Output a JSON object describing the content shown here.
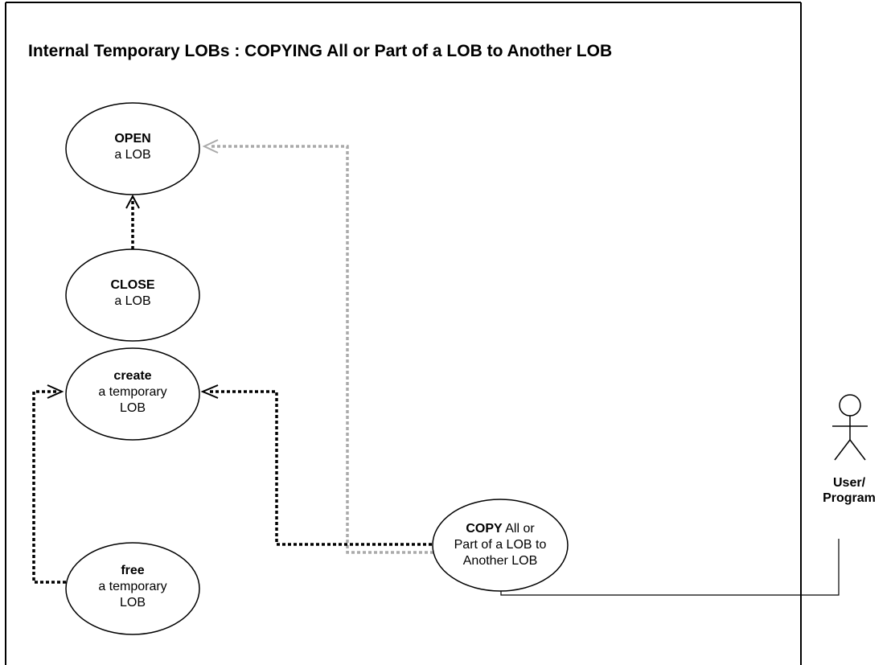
{
  "diagram": {
    "title": "Internal Temporary LOBs : COPYING All or Part of a LOB to Another LOB",
    "use_cases": {
      "open": {
        "line1_bold": "OPEN",
        "line1_rest": "",
        "line2": "a LOB",
        "line3": ""
      },
      "close": {
        "line1_bold": "CLOSE",
        "line1_rest": "",
        "line2": "a LOB",
        "line3": ""
      },
      "create": {
        "line1_bold": "create",
        "line1_rest": "",
        "line2": "a temporary",
        "line3": "LOB"
      },
      "free": {
        "line1_bold": "free",
        "line1_rest": "",
        "line2": "a temporary",
        "line3": "LOB"
      },
      "copy": {
        "line1_bold": "COPY",
        "line1_rest": " All or",
        "line2": "Part of a LOB to",
        "line3": "Another LOB"
      }
    },
    "actor": {
      "line1": "User/",
      "line2": "Program"
    },
    "colors": {
      "required_dependency": "#000000",
      "optional_dependency": "#aaaaaa",
      "association": "#000000"
    }
  }
}
